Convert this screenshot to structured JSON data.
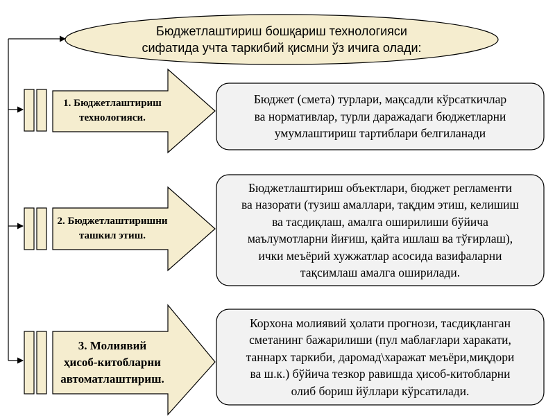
{
  "header": {
    "text": "Бюджетлаштириш бошқариш технологияси\nсифатида  учта таркибий қисмни ўз ичига олади:"
  },
  "components": [
    {
      "title": "1. Бюджетлаштириш\nтехнологияси.",
      "description": "Бюджет (смета) турлари, мақсадли кўрсаткичлар\nва нормативлар, турли даражадаги бюджетларни\nумумлаштириш тартиблари белгиланади"
    },
    {
      "title": "2. Бюджетлаштиришни\nташкил этиш.",
      "description": "Бюджетлаштириш объектлари, бюджет регламенти\nва назорати (тузиш амаллари, тақдим этиш, келишиш\nва тасдиқлаш, амалга оширилиши бўйича\nмаълумотларни йиғиш, қайта ишлаш ва тўғирлаш),\nички меъёрий хужжатлар асосида вазифаларни\nтақсимлаш амалга оширилади."
    },
    {
      "title": "3. Молиявий\nҳисоб-китобларни\nавтоматлаштириш.",
      "description": "Корхона молиявий ҳолати прогнози, тасдиқланган\nсметанинг бажарилиши (пул маблағлари харакати,\nтаннарх таркиби, даромад\\харажат меъёри,миқдори\nва ш.к.) бўйича тезкор равишда ҳисоб-китобларни\nолиб бориш йўллари кўрсатилади."
    }
  ],
  "colors": {
    "shape_fill": "#f5edcf",
    "box_fill": "#f2f2f2",
    "outline": "#000000"
  }
}
